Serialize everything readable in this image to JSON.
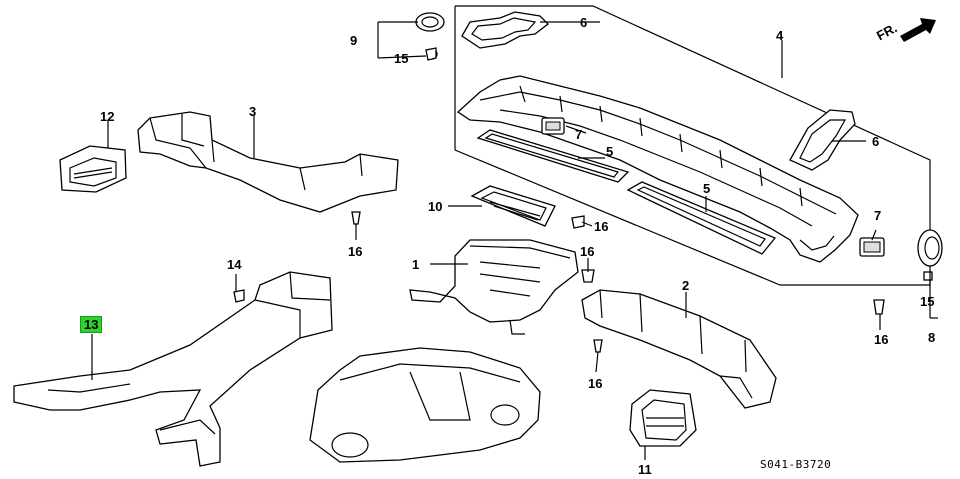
{
  "callouts": {
    "c1": "1",
    "c2": "2",
    "c3": "3",
    "c4": "4",
    "c5a": "5",
    "c5b": "5",
    "c6a": "6",
    "c6b": "6",
    "c7a": "7",
    "c7b": "7",
    "c8": "8",
    "c9": "9",
    "c10": "10",
    "c11": "11",
    "c12": "12",
    "c13": "13",
    "c14": "14",
    "c15a": "15",
    "c15b": "15",
    "c16a": "16",
    "c16b": "16",
    "c16c": "16",
    "c16d": "16",
    "c16e": "16"
  },
  "highlight_color": "#2fd12f",
  "direction_label": "FR.",
  "diagram_code": "S041-B3720"
}
